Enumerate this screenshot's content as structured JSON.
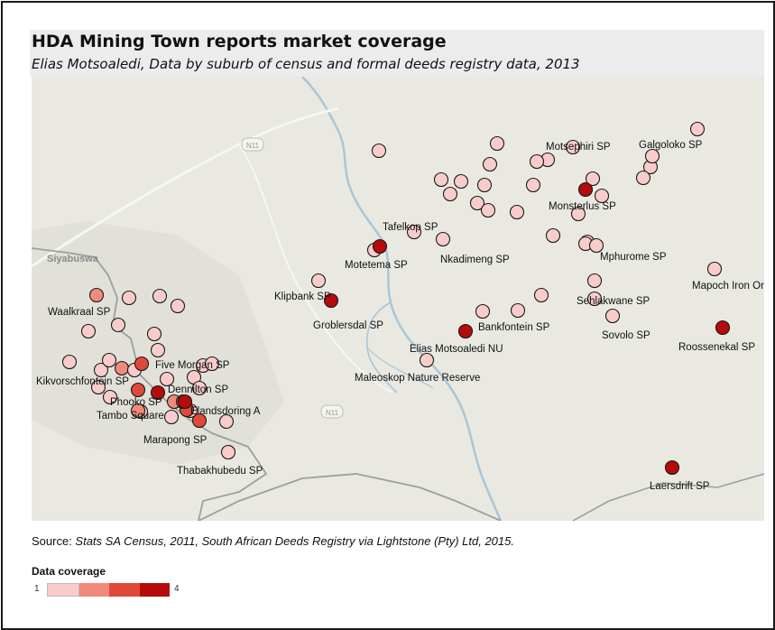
{
  "header": {
    "title": "HDA Mining Town reports market coverage",
    "subtitle": "Elias Motsoaledi, Data by suburb of census and formal deeds registry data, 2013"
  },
  "map": {
    "place_label": "Siyabuswa",
    "road_shields": [
      "N11",
      "N11"
    ],
    "colors": {
      "level1": "#f9cccc",
      "level2": "#f08a7c",
      "level3": "#df4a38",
      "level4": "#b50b0b",
      "water": "#a9c6d6",
      "boundary": "#9e9e9e",
      "land": "#e9e9e2"
    },
    "points": [
      {
        "label": "Motsephiri SP",
        "level": 1
      },
      {
        "label": "Galgoloko SP",
        "level": 1
      },
      {
        "label": "Monsterlus SP",
        "level": 4
      },
      {
        "label": "Tafelkop SP",
        "level": 1
      },
      {
        "label": "Nkadimeng SP",
        "level": 1
      },
      {
        "label": "Motetema SP",
        "level": 4
      },
      {
        "label": "Mphurome SP",
        "level": 1
      },
      {
        "label": "Mapoch Iron Ore Mi",
        "level": 1
      },
      {
        "label": "Klipbank SP",
        "level": 1
      },
      {
        "label": "Groblersdal SP",
        "level": 4
      },
      {
        "label": "Sehlakwane SP",
        "level": 1
      },
      {
        "label": "Bankfontein SP",
        "level": 4
      },
      {
        "label": "Sovolo SP",
        "level": 1
      },
      {
        "label": "Roossenekal SP",
        "level": 4
      },
      {
        "label": "Elias Motsoaledi NU",
        "level": 1
      },
      {
        "label": "Maleoskop Nature Reserve",
        "level": 1
      },
      {
        "label": "Waalkraal SP",
        "level": 2
      },
      {
        "label": "Five Morgan SP",
        "level": 3
      },
      {
        "label": "Kikvorschfontein SP",
        "level": 1
      },
      {
        "label": "Dennilton SP",
        "level": 3
      },
      {
        "label": "Phooko SP",
        "level": 4
      },
      {
        "label": "Tambo Square",
        "level": 2
      },
      {
        "label": "Elandsdoring A",
        "level": 4
      },
      {
        "label": "Marapong SP",
        "level": 3
      },
      {
        "label": "Thabakhubedu SP",
        "level": 1
      },
      {
        "label": "Laersdrift SP",
        "level": 4
      }
    ]
  },
  "source": {
    "prefix": "Source: ",
    "text": "Stats SA Census, 2011, South African Deeds Registry via Lightstone (Pty) Ltd, 2015."
  },
  "legend": {
    "title": "Data coverage",
    "min": "1",
    "max": "4"
  }
}
